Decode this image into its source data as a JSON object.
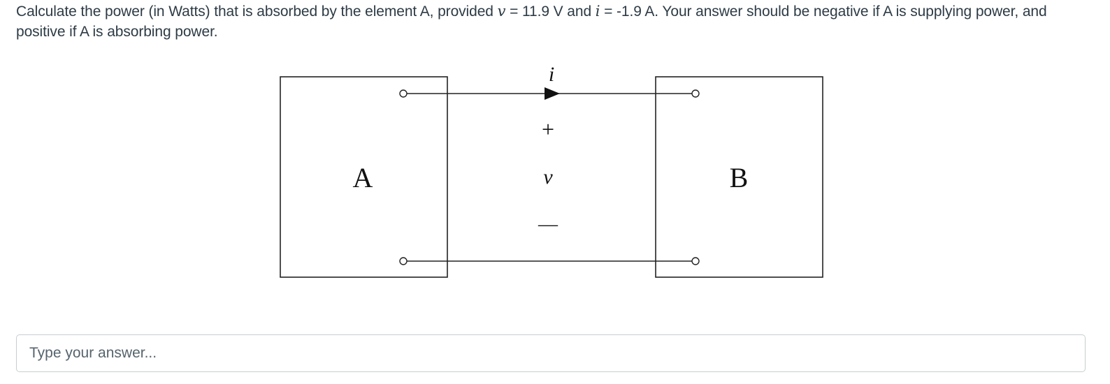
{
  "question": {
    "part1": "Calculate the power (in Watts) that is absorbed by the element A, provided ",
    "v_symbol": "v",
    "part2": " = 11.9 V and ",
    "i_symbol": "i",
    "part3": " = -1.9 A. Your answer should be negative if A is supplying power, and positive if A is absorbing power."
  },
  "diagram": {
    "label_a": "A",
    "label_b": "B",
    "current_label": "i",
    "voltage_label": "v",
    "plus_sign": "+",
    "minus_sign": "—"
  },
  "answer": {
    "placeholder": "Type your answer..."
  }
}
